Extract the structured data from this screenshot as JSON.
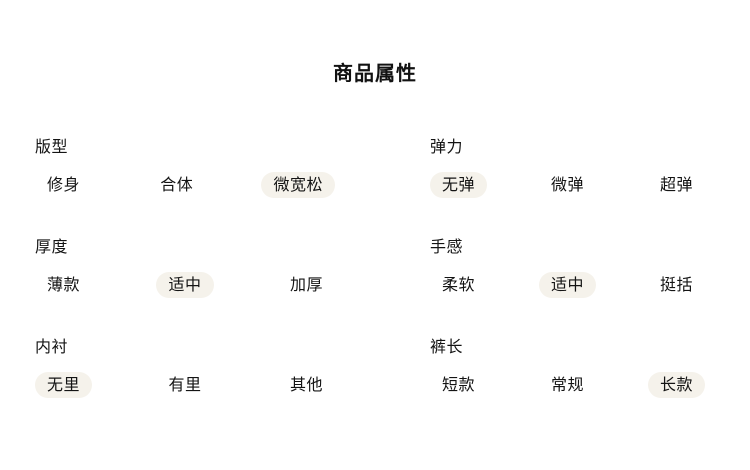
{
  "panel": {
    "title": "商品属性",
    "selected_pill_color": "#f5f2eb",
    "background_color": "#ffffff",
    "text_color": "#141414"
  },
  "attributes": [
    {
      "label": "版型",
      "options": [
        {
          "text": "修身",
          "selected": false
        },
        {
          "text": "合体",
          "selected": false
        },
        {
          "text": "微宽松",
          "selected": true
        }
      ]
    },
    {
      "label": "弹力",
      "options": [
        {
          "text": "无弹",
          "selected": true
        },
        {
          "text": "微弹",
          "selected": false
        },
        {
          "text": "超弹",
          "selected": false
        }
      ]
    },
    {
      "label": "厚度",
      "options": [
        {
          "text": "薄款",
          "selected": false
        },
        {
          "text": "适中",
          "selected": true
        },
        {
          "text": "加厚",
          "selected": false
        }
      ]
    },
    {
      "label": "手感",
      "options": [
        {
          "text": "柔软",
          "selected": false
        },
        {
          "text": "适中",
          "selected": true
        },
        {
          "text": "挺括",
          "selected": false
        }
      ]
    },
    {
      "label": "内衬",
      "options": [
        {
          "text": "无里",
          "selected": true
        },
        {
          "text": "有里",
          "selected": false
        },
        {
          "text": "其他",
          "selected": false
        }
      ]
    },
    {
      "label": "裤长",
      "options": [
        {
          "text": "短款",
          "selected": false
        },
        {
          "text": "常规",
          "selected": false
        },
        {
          "text": "长款",
          "selected": true
        }
      ]
    }
  ]
}
